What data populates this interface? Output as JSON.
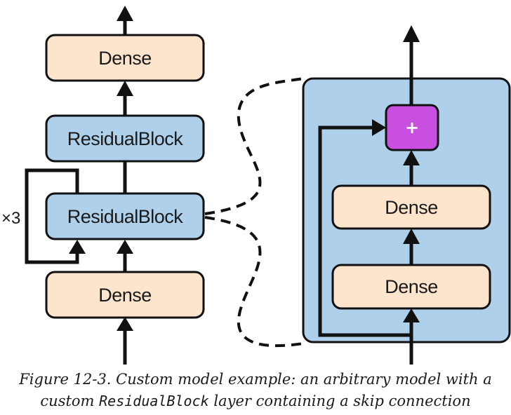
{
  "diagram": {
    "left_model": {
      "top_dense_label": "Dense",
      "residual_block_1_label": "ResidualBlock",
      "residual_block_2_label": "ResidualBlock",
      "bottom_dense_label": "Dense",
      "repeat_label": "×3"
    },
    "residual_block_detail": {
      "add_label": "+",
      "dense_1_label": "Dense",
      "dense_2_label": "Dense"
    },
    "colors": {
      "dense_fill": "#fce4cd",
      "residual_fill": "#aed0ea",
      "add_fill": "#c94fe0",
      "stroke": "#111111"
    }
  },
  "caption": {
    "figure_number": "Figure 12-3.",
    "text_before_code": " Custom model example: an arbitrary model with a",
    "text_line2_start": "custom ",
    "code_term": "ResidualBlock",
    "text_line2_end": " layer containing a skip connection"
  }
}
